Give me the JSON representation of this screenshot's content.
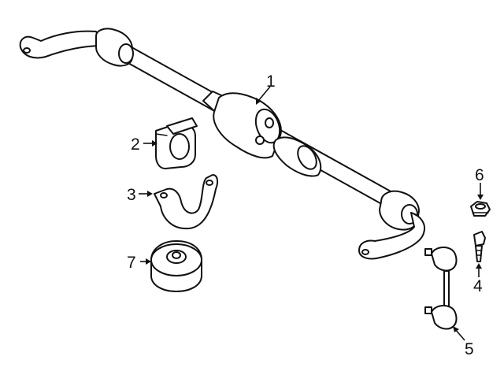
{
  "callouts": [
    {
      "id": "1",
      "label": "1",
      "part": "stabilizer-bar"
    },
    {
      "id": "2",
      "label": "2",
      "part": "bushing"
    },
    {
      "id": "3",
      "label": "3",
      "part": "bracket"
    },
    {
      "id": "4",
      "label": "4",
      "part": "bolt"
    },
    {
      "id": "5",
      "label": "5",
      "part": "link"
    },
    {
      "id": "6",
      "label": "6",
      "part": "nut"
    },
    {
      "id": "7",
      "label": "7",
      "part": "insulator"
    }
  ],
  "colors": {
    "line": "#111111",
    "fill": "#ffffff",
    "background": "#ffffff"
  }
}
